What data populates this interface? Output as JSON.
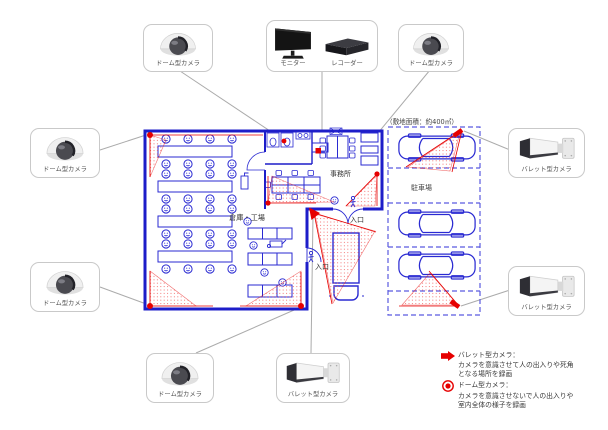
{
  "diagram": {
    "site_area_note": "（敷地面積：約400㎡）",
    "rooms": {
      "warehouse": "倉庫・工場",
      "office": "事務所",
      "parking": "駐車場",
      "entrance": "入口"
    }
  },
  "devices": {
    "dome": "ドーム型カメラ",
    "bullet": "バレット型カメラ",
    "monitor": "モニター",
    "recorder": "レコーダー"
  },
  "legend": {
    "bullet": {
      "title": "バレット型カメラ：",
      "line1": "カメラを意識させて人の出入りや死角",
      "line2": "となる場所を録画"
    },
    "dome": {
      "title": "ドーム型カメラ：",
      "line1": "カメラを意識させないで人の出入りや",
      "line2": "室内全体の様子を録画"
    }
  },
  "colors": {
    "plan_blue": "#1d1dc9",
    "parking_blue": "#5a5ae0",
    "alert_red": "#e60000",
    "connector_gray": "#aaaaaa"
  }
}
